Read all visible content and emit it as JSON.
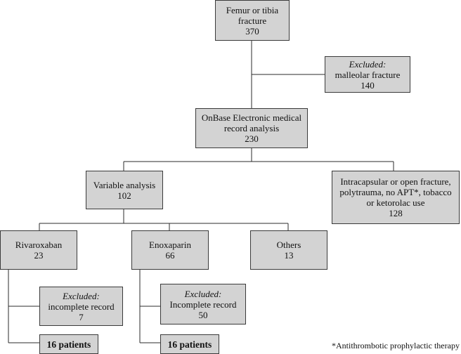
{
  "boxes": {
    "femur": {
      "label_line1": "Femur or tibia",
      "label_line2": "fracture",
      "count": "370"
    },
    "excluded_malleolar": {
      "excluded_label": "Excluded:",
      "reason": "malleolar fracture",
      "count": "140"
    },
    "onbase": {
      "label_line1": "OnBase Electronic medical",
      "label_line2": "record analysis",
      "count": "230"
    },
    "variable": {
      "label": "Variable analysis",
      "count": "102"
    },
    "intracapsular": {
      "line1": "Intracapsular or open fracture,",
      "line2": "polytrauma, no APT*, tobacco",
      "line3": "or ketorolac use",
      "count": "128"
    },
    "rivaroxaban": {
      "label": "Rivaroxaban",
      "count": "23"
    },
    "enoxaparin": {
      "label": "Enoxaparin",
      "count": "66"
    },
    "others": {
      "label": "Others",
      "count": "13"
    },
    "excluded_incomplete_1": {
      "excluded_label": "Excluded:",
      "reason": "incomplete record",
      "count": "7"
    },
    "excluded_incomplete_2": {
      "excluded_label": "Excluded:",
      "reason": "Incomplete record",
      "count": "50"
    },
    "patients_1": {
      "label": "16 patients"
    },
    "patients_2": {
      "label": "16 patients"
    }
  },
  "footnote": "*Antithrombotic prophylactic therapy"
}
